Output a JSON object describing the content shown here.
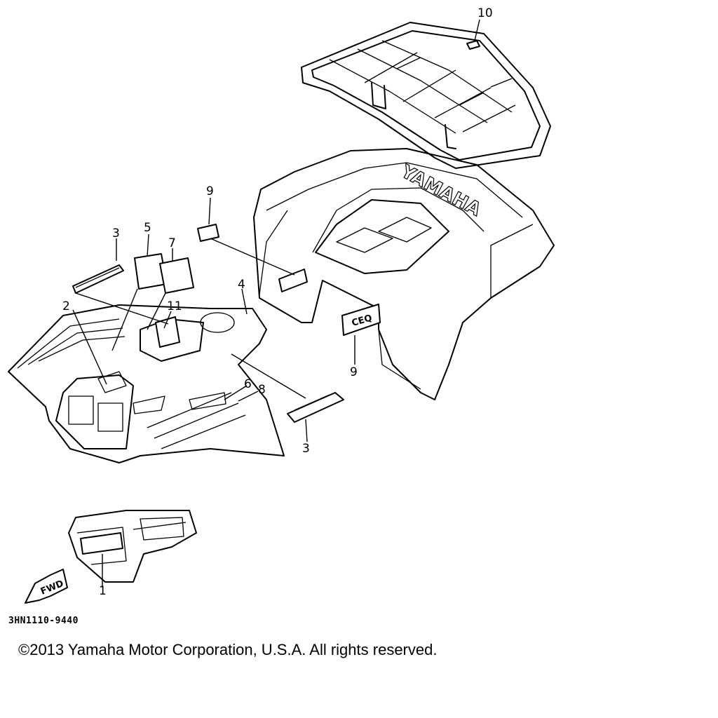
{
  "diagram": {
    "callouts": [
      {
        "id": "c1",
        "label": "1"
      },
      {
        "id": "c2",
        "label": "2"
      },
      {
        "id": "c3a",
        "label": "3"
      },
      {
        "id": "c3b",
        "label": "3"
      },
      {
        "id": "c4",
        "label": "4"
      },
      {
        "id": "c5",
        "label": "5"
      },
      {
        "id": "c6",
        "label": "6"
      },
      {
        "id": "c7",
        "label": "7"
      },
      {
        "id": "c8",
        "label": "8"
      },
      {
        "id": "c9a",
        "label": "9"
      },
      {
        "id": "c9b",
        "label": "9"
      },
      {
        "id": "c10",
        "label": "10"
      },
      {
        "id": "c11",
        "label": "11"
      }
    ],
    "embossed_text": "YAMAHA",
    "fwd_label": "FWD"
  },
  "part_code": "3HN1110-9440",
  "copyright": "©2013 Yamaha Motor Corporation, U.S.A. All rights reserved."
}
